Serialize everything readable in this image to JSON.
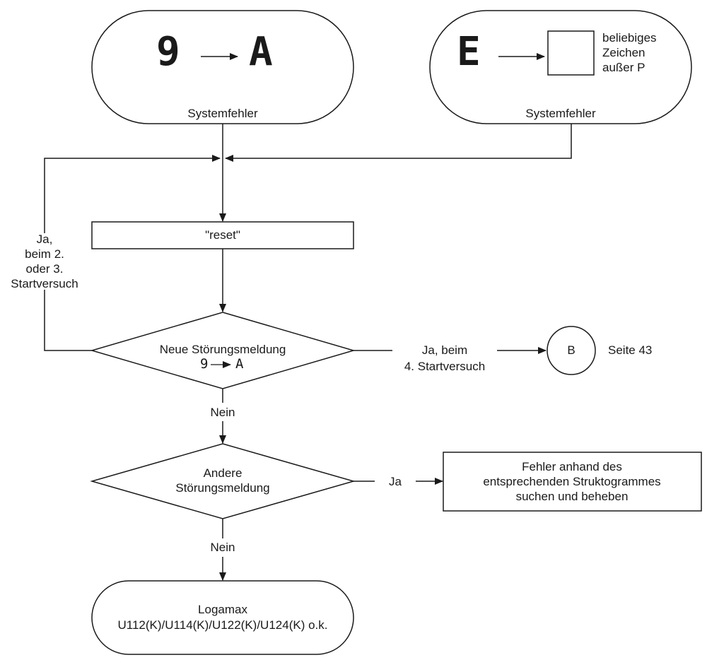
{
  "top_left": {
    "display_from": "9",
    "display_to": "A",
    "label": "Systemfehler"
  },
  "top_right": {
    "display_from": "E",
    "box_note_lines": [
      "beliebiges",
      "Zeichen",
      "außer P"
    ],
    "label": "Systemfehler"
  },
  "loop_label_lines": [
    "Ja,",
    "beim 2.",
    "oder 3.",
    "Startversuch"
  ],
  "reset_box": {
    "label": "\"reset\""
  },
  "decision1": {
    "line1": "Neue Störungsmeldung",
    "code_from": "9",
    "code_to": "A",
    "yes_lines": [
      "Ja, beim",
      "4. Startversuch"
    ],
    "no_label": "Nein"
  },
  "connector_b": {
    "letter": "B",
    "page_ref": "Seite 43"
  },
  "decision2": {
    "lines": [
      "Andere",
      "Störungsmeldung"
    ],
    "yes_label": "Ja",
    "no_label": "Nein"
  },
  "fix_box": {
    "lines": [
      "Fehler anhand des",
      "entsprechenden Struktogrammes",
      "suchen und beheben"
    ]
  },
  "end": {
    "lines": [
      "Logamax",
      "U112(K)/U114(K)/U122(K)/U124(K) o.k."
    ]
  }
}
